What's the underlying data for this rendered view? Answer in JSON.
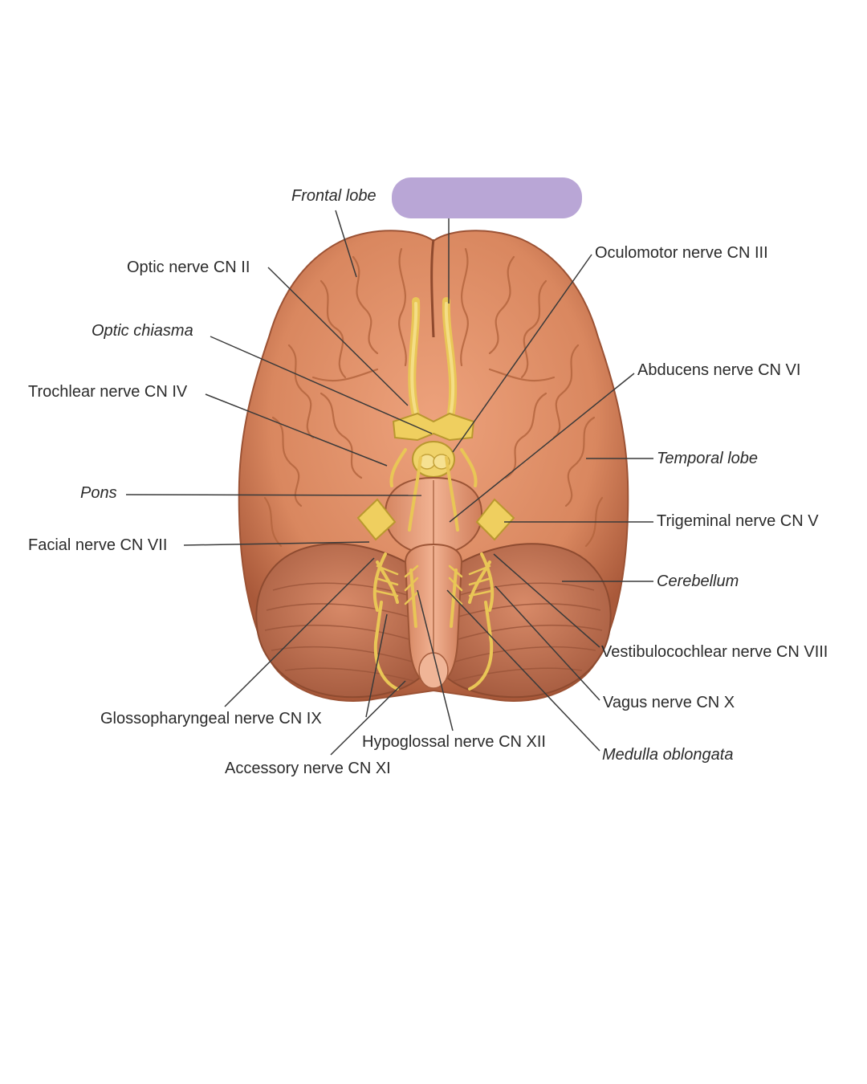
{
  "colors": {
    "brain_base": "#d9875f",
    "brain_highlight": "#eea57f",
    "brain_shadow": "#a5583a",
    "cerebellum": "#c7785b",
    "nerve": "#f0d46a",
    "nerve_shadow": "#b89a35",
    "leader_line": "#3a3a3a",
    "cover_box": "#b9a6d6"
  },
  "cover_box": {
    "color": "#b9a6d6"
  },
  "labels": {
    "frontal_lobe": "Frontal lobe",
    "optic_nerve": "Optic nerve CN II",
    "optic_chiasma": "Optic chiasma",
    "trochlear_nerve": "Trochlear nerve CN IV",
    "pons": "Pons",
    "facial_nerve": "Facial nerve CN VII",
    "glossopharyngeal_nerve": "Glossopharyngeal nerve CN IX",
    "accessory_nerve": "Accessory nerve CN XI",
    "hypoglossal_nerve": "Hypoglossal nerve CN XII",
    "oculomotor_nerve": "Oculomotor nerve CN III",
    "abducens_nerve": "Abducens nerve CN VI",
    "temporal_lobe": "Temporal lobe",
    "trigeminal_nerve": "Trigeminal nerve CN V",
    "cerebellum": "Cerebellum",
    "vestibulocochlear_nerve": "Vestibulocochlear nerve CN VIII",
    "vagus_nerve": "Vagus nerve CN X",
    "medulla_oblongata": "Medulla oblongata"
  }
}
